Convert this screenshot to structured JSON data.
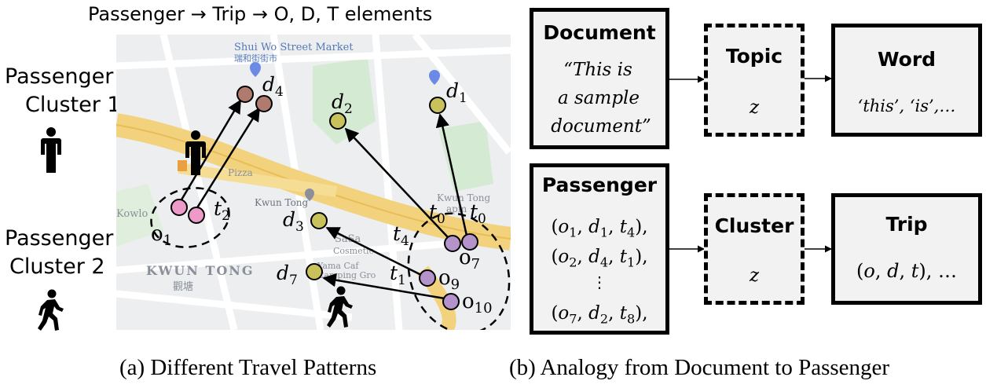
{
  "header_title": "Passenger → Trip → O, D, T elements",
  "clusters": [
    {
      "line1": "Passenger",
      "line2": "Cluster 1",
      "icon": "standing-person-icon"
    },
    {
      "line1": "Passenger",
      "line2": "Cluster 2",
      "icon": "walking-person-icon"
    }
  ],
  "map_labels": {
    "shui_wo": "Shui Wo Street Market",
    "shui_wo_cn": "瑞和街街市",
    "kwun_tong": "KWUN TONG",
    "kwun_tong_cn": "觀塘",
    "kwun_tong_road": "Kwun Tong",
    "kowloon": "Kowlo",
    "pizza": "Pizza",
    "kwun_tong_2": "Kwun Tong",
    "apm": "apm",
    "sasa": "SaSa",
    "cosmetic": "Cosmetic",
    "yama": "Yama Caf",
    "camping": "Camping Gro"
  },
  "nodes": {
    "d4": "d",
    "d4_sub": "4",
    "d2": "d",
    "d2_sub": "2",
    "d1": "d",
    "d1_sub": "1",
    "d3": "d",
    "d3_sub": "3",
    "d7": "d",
    "d7_sub": "7",
    "o1": "o",
    "o1_sub": "1",
    "o7": "o",
    "o7_sub": "7",
    "o9": "o",
    "o9_sub": "9",
    "o10": "o",
    "o10_sub": "10",
    "t2": "t",
    "t2_sub": "2",
    "t0a": "t",
    "t0a_sub": "0",
    "t0b": "t",
    "t0b_sub": "0",
    "t4": "t",
    "t4_sub": "4",
    "t1": "t",
    "t1_sub": "1"
  },
  "doc_box": {
    "title": "Document",
    "line1": "“This is",
    "line2": "a sample",
    "line3": "document”"
  },
  "topic_box": {
    "title": "Topic",
    "var": "z"
  },
  "word_box": {
    "title": "Word",
    "text": "‘this’, ‘is’,…"
  },
  "passenger_box": {
    "title": "Passenger",
    "trips": [
      {
        "o": "1",
        "d": "1",
        "t": "4",
        "end": "),"
      },
      {
        "o": "2",
        "d": "4",
        "t": "1",
        "end": "),"
      },
      {
        "o": "7",
        "d": "2",
        "t": "8",
        "end": "),"
      }
    ],
    "vdots": "⋮"
  },
  "cluster_box": {
    "title": "Cluster",
    "var": "z"
  },
  "trip_box": {
    "title": "Trip",
    "text_o": "o",
    "text_d": "d",
    "text_t": "t",
    "text_tail": "…"
  },
  "captions": {
    "a": "(a) Different Travel Patterns",
    "b": "(b) Analogy from Document to Passenger"
  },
  "colors": {
    "map_bg": "#eceef0",
    "road": "#f7d98a",
    "road_light": "#ffffff",
    "park": "#cfe8cf",
    "node_dest_brown": "#b07a6e",
    "node_dest_olive": "#c9c25a",
    "node_origin_pink": "#ee9ac8",
    "node_origin_purple": "#b393c9",
    "box_fill": "#f2f2f2"
  }
}
